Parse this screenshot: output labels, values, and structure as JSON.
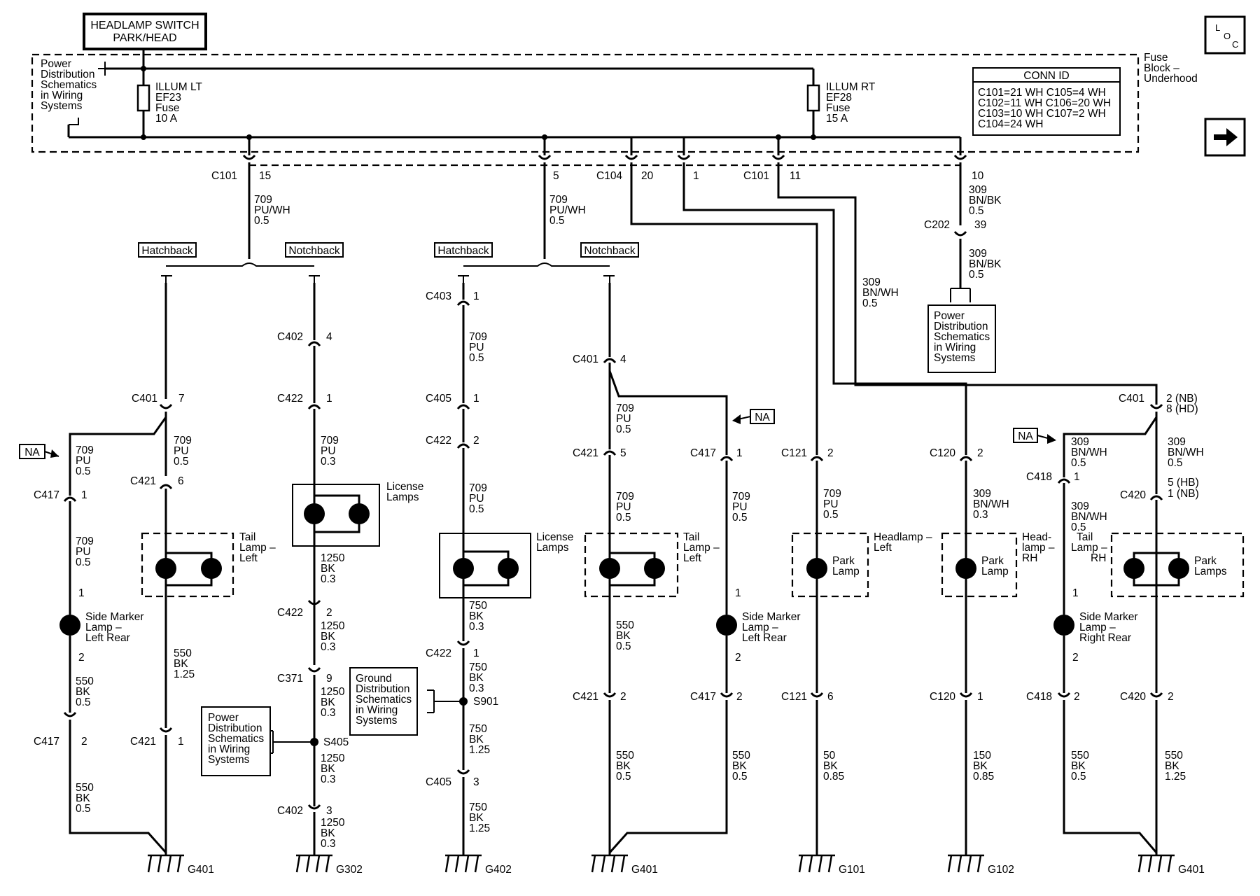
{
  "title": "HEADLAMP SWITCH PARK/HEAD",
  "title_lines": [
    "HEADLAMP SWITCH",
    "PARK/HEAD"
  ],
  "loc_icon": "L O C",
  "next_page_icon": "right-arrow-icon",
  "fuse_block_label": [
    "Fuse",
    "Block –",
    "Underhood"
  ],
  "power_dist_top": [
    "Power",
    "Distribution",
    "Schematics",
    "in Wiring",
    "Systems"
  ],
  "fuse_left": [
    "ILLUM LT",
    "EF23",
    "Fuse",
    "10 A"
  ],
  "fuse_right": [
    "ILLUM RT",
    "EF28",
    "Fuse",
    "15 A"
  ],
  "conn_id": {
    "title": "CONN ID",
    "rows": [
      "C101=21 WH  C105=4 WH",
      "C102=11 WH  C106=20 WH",
      "C103=10 WH  C107=2 WH",
      "C104=24 WH"
    ]
  },
  "top_connectors": [
    {
      "name": "C101",
      "pin": "15"
    },
    {
      "name": "",
      "pin": "5"
    },
    {
      "name": "C104",
      "pin": "20"
    },
    {
      "name": "",
      "pin": "1"
    },
    {
      "name": "C101",
      "pin": "11"
    },
    {
      "name": "",
      "pin": "10"
    }
  ],
  "wire_labels": {
    "w709_puwh_a": [
      "709",
      "PU/WH",
      "0.5"
    ],
    "w709_puwh_b": [
      "709",
      "PU/WH",
      "0.5"
    ],
    "w309_bnbk_a": [
      "309",
      "BN/BK",
      "0.5"
    ],
    "w309_bnbk_b": [
      "309",
      "BN/BK",
      "0.5"
    ],
    "w309_bnwh_long": [
      "309",
      "BN/WH",
      "0.5"
    ],
    "c1_709_pu_na": [
      "709",
      "PU",
      "0.5"
    ],
    "c1_709_pu_upper": [
      "709",
      "PU",
      "0.5"
    ],
    "c1_709_pu_lower": [
      "709",
      "PU",
      "0.5"
    ],
    "c1_550_bk_a": [
      "550",
      "BK",
      "0.5"
    ],
    "c1_550_bk_b": [
      "550",
      "BK",
      "0.5"
    ],
    "c2_550_bk": [
      "550",
      "BK",
      "1.25"
    ],
    "c3_709_pu": [
      "709",
      "PU",
      "0.3"
    ],
    "c3_1250_a": [
      "1250",
      "BK",
      "0.3"
    ],
    "c3_1250_b": [
      "1250",
      "BK",
      "0.3"
    ],
    "c3_1250_c": [
      "1250",
      "BK",
      "0.3"
    ],
    "c3_1250_d": [
      "1250",
      "BK",
      "0.3"
    ],
    "c3_1250_e": [
      "1250",
      "BK",
      "0.3"
    ],
    "c4_709_pu_a": [
      "709",
      "PU",
      "0.5"
    ],
    "c4_709_pu_b": [
      "709",
      "PU",
      "0.5"
    ],
    "c4_750_a": [
      "750",
      "BK",
      "0.3"
    ],
    "c4_750_b": [
      "750",
      "BK",
      "0.3"
    ],
    "c4_750_c": [
      "750",
      "BK",
      "1.25"
    ],
    "c4_750_d": [
      "750",
      "BK",
      "1.25"
    ],
    "c5_709_pu_a": [
      "709",
      "PU",
      "0.5"
    ],
    "c5_709_pu_b": [
      "709",
      "PU",
      "0.5"
    ],
    "c5_550_a": [
      "550",
      "BK",
      "0.5"
    ],
    "c5_550_b": [
      "550",
      "BK",
      "0.5"
    ],
    "c6_709_pu": [
      "709",
      "PU",
      "0.5"
    ],
    "c6_550_bk": [
      "550",
      "BK",
      "0.5"
    ],
    "c7_709_pu": [
      "709",
      "PU",
      "0.5"
    ],
    "c7_50_bk": [
      "50",
      "BK",
      "0.85"
    ],
    "c8_309_bnwh": [
      "309",
      "BN/WH",
      "0.3"
    ],
    "c8_150_bk": [
      "150",
      "BK",
      "0.85"
    ],
    "c9_309_a": [
      "309",
      "BN/WH",
      "0.5"
    ],
    "c9_309_b": [
      "309",
      "BN/WH",
      "0.5"
    ],
    "c9_550_bk": [
      "550",
      "BK",
      "0.5"
    ],
    "c10_309": [
      "309",
      "BN/WH",
      "0.5"
    ],
    "c10_550_bk": [
      "550",
      "BK",
      "1.25"
    ]
  },
  "variant_tags": [
    "Hatchback",
    "Notchback",
    "Hatchback",
    "Notchback"
  ],
  "na_tag": "NA",
  "connectors": {
    "c202": [
      "C202",
      "39"
    ],
    "c1_c401": [
      "C401",
      "7"
    ],
    "c1_c417a": [
      "C417",
      "1"
    ],
    "c1_sm_p1": [
      "",
      "1"
    ],
    "c1_sm_p2": [
      "",
      "2"
    ],
    "c1_c417b": [
      "C417",
      "2"
    ],
    "c2_c421a": [
      "C421",
      "6"
    ],
    "c2_c421b": [
      "C421",
      "1"
    ],
    "c3_c402a": [
      "C402",
      "4"
    ],
    "c3_c422a": [
      "C422",
      "1"
    ],
    "c3_c422b": [
      "C422",
      "2"
    ],
    "c3_c371": [
      "C371",
      "9"
    ],
    "c3_c402b": [
      "C402",
      "3"
    ],
    "c4_c403": [
      "C403",
      "1"
    ],
    "c4_c405a": [
      "C405",
      "1"
    ],
    "c4_c422a": [
      "C422",
      "2"
    ],
    "c4_c422b": [
      "C422",
      "1"
    ],
    "c4_c405b": [
      "C405",
      "3"
    ],
    "c5_c401": [
      "C401",
      "4"
    ],
    "c5_c421a": [
      "C421",
      "5"
    ],
    "c5_c421b": [
      "C421",
      "2"
    ],
    "c6_c417a": [
      "C417",
      "1"
    ],
    "c6_sm_p1": [
      "",
      "1"
    ],
    "c6_sm_p2": [
      "",
      "2"
    ],
    "c6_c417b": [
      "C417",
      "2"
    ],
    "c7_c121a": [
      "C121",
      "2"
    ],
    "c7_c121b": [
      "C121",
      "6"
    ],
    "c8_c120a": [
      "C120",
      "2"
    ],
    "c8_c120b": [
      "C120",
      "1"
    ],
    "c9_c401": [
      "C401",
      "2 (NB)",
      "8 (HD)"
    ],
    "c9_c418a": [
      "C418",
      "1"
    ],
    "c9_sm_p1": [
      "",
      "1"
    ],
    "c9_sm_p2": [
      "",
      "2"
    ],
    "c9_c418b": [
      "C418",
      "2"
    ],
    "c10_c420a": [
      "C420",
      "5 (HB)",
      "1 (NB)"
    ],
    "c10_c420b": [
      "C420",
      "2"
    ]
  },
  "splices": {
    "s405": "S405",
    "s901": "S901"
  },
  "components": {
    "license_lamps_a": [
      "License",
      "Lamps"
    ],
    "license_lamps_b": [
      "License",
      "Lamps"
    ],
    "tail_lamp_left_a": [
      "Tail",
      "Lamp –",
      "Left"
    ],
    "tail_lamp_left_b": [
      "Tail",
      "Lamp –",
      "Left"
    ],
    "tail_lamp_rh": [
      "Tail",
      "Lamp –",
      "RH"
    ],
    "side_marker_lr_a": [
      "Side Marker",
      "Lamp –",
      "Left Rear"
    ],
    "side_marker_lr_b": [
      "Side Marker",
      "Lamp –",
      "Left Rear"
    ],
    "side_marker_rr": [
      "Side Marker",
      "Lamp –",
      "Right Rear"
    ],
    "headlamp_left": [
      "Headlamp –",
      "Left"
    ],
    "headlamp_rh": [
      "Head-",
      "lamp –",
      "RH"
    ],
    "park_lamp_a": [
      "Park",
      "Lamp"
    ],
    "park_lamp_b": [
      "Park",
      "Lamp"
    ],
    "park_lamps": [
      "Park",
      "Lamps"
    ]
  },
  "ref_boxes": {
    "power_dist_b": [
      "Power",
      "Distribution",
      "Schematics",
      "in Wiring",
      "Systems"
    ],
    "power_dist_c": [
      "Power",
      "Distribution",
      "Schematics",
      "in Wiring",
      "Systems"
    ],
    "ground_dist": [
      "Ground",
      "Distribution",
      "Schematics",
      "in Wiring",
      "Systems"
    ]
  },
  "grounds": [
    "G401",
    "G302",
    "G402",
    "G401",
    "G101",
    "G102",
    "G401"
  ]
}
